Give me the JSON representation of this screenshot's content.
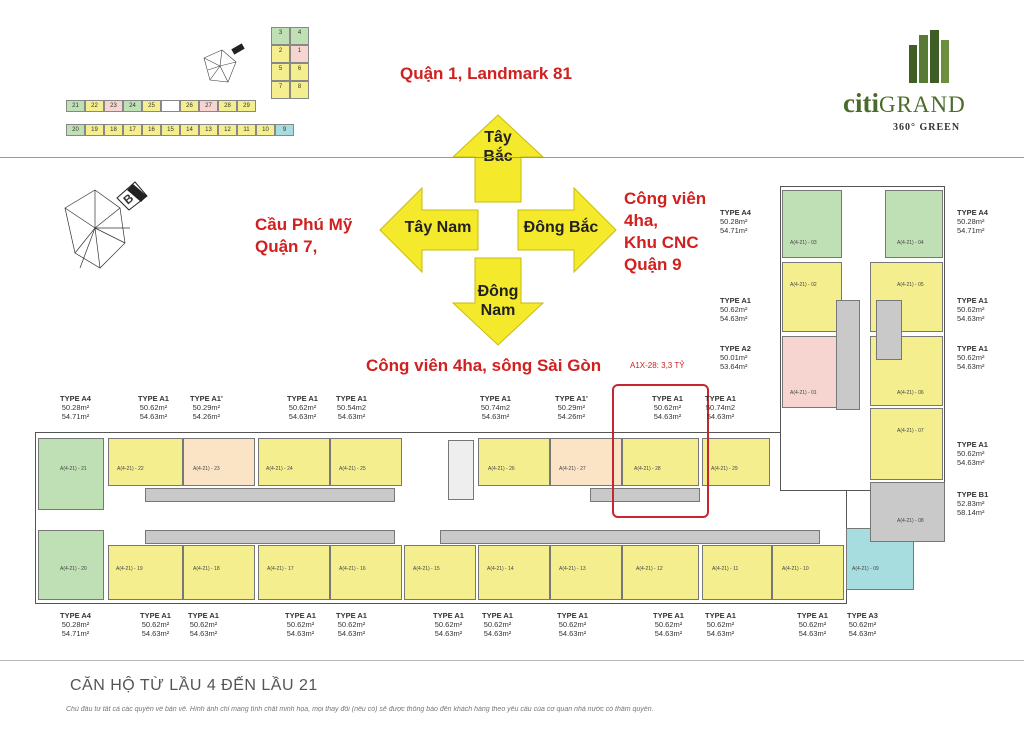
{
  "brand": {
    "name_citi": "citi",
    "name_grand": "GRAND",
    "tagline": "360° GREEN",
    "green": "#4a6b2a"
  },
  "directions": {
    "north_label": "Quận 1, Landmark 81",
    "west_label_1": "Cầu Phú Mỹ",
    "west_label_2": "Quận 7,",
    "east_label_1": "Công viên",
    "east_label_2": "4ha,",
    "east_label_3": "Khu CNC",
    "east_label_4": "Quận 9",
    "south_label": "Công viên 4ha, sông Sài Gòn",
    "arrow_up": "Tây Bắc",
    "arrow_up_1": "Tây",
    "arrow_up_2": "Bắc",
    "arrow_left": "Tây Nam",
    "arrow_right": "Đông Bắc",
    "arrow_down_1": "Đông",
    "arrow_down_2": "Nam",
    "arrow_color": "#f5e92c"
  },
  "highlight": {
    "note": "A1X-28: 3,3 TỶ",
    "color": "#c6262e"
  },
  "mini_map": {
    "top_row": [
      "21",
      "22",
      "23",
      "24",
      "25",
      "",
      "26",
      "27",
      "28",
      "29"
    ],
    "bottom_row": [
      "20",
      "19",
      "18",
      "17",
      "16",
      "15",
      "14",
      "13",
      "12",
      "11",
      "10",
      "9"
    ],
    "right_col": [
      "3",
      "4",
      "2",
      "1",
      "5",
      "6",
      "7",
      "8"
    ]
  },
  "top_row_units": [
    {
      "type": "TYPE A4",
      "a": "50.28m²",
      "b": "54.71m²",
      "code": "A(4-21) - 21"
    },
    {
      "type": "TYPE A1",
      "a": "50.62m²",
      "b": "54.63m²",
      "code": "A(4-21) - 22"
    },
    {
      "type": "TYPE A1'",
      "a": "50.29m²",
      "b": "54.26m²",
      "code": "A(4-21) - 23"
    },
    {
      "type": "TYPE A1",
      "a": "50.62m²",
      "b": "54.63m²",
      "code": "A(4-21) - 24"
    },
    {
      "type": "TYPE A1",
      "a": "50.54m2",
      "b": "54.63m²",
      "code": "A(4-21) - 25"
    },
    {
      "type": "TYPE A1",
      "a": "50.74m2",
      "b": "54.63m²",
      "code": "A(4-21) - 26"
    },
    {
      "type": "TYPE A1'",
      "a": "50.29m²",
      "b": "54.26m²",
      "code": "A(4-21) - 27"
    },
    {
      "type": "TYPE A1",
      "a": "50.62m²",
      "b": "54.63m²",
      "code": "A(4-21) - 28"
    },
    {
      "type": "TYPE A1",
      "a": "50.74m2",
      "b": "54.63m²",
      "code": "A(4-21) - 29"
    }
  ],
  "bottom_row_units": [
    {
      "type": "TYPE A4",
      "a": "50.28m²",
      "b": "54.71m²",
      "code": "A(4-21) - 20"
    },
    {
      "type": "TYPE A1",
      "a": "50.62m²",
      "b": "54.63m²",
      "code": "A(4-21) - 19"
    },
    {
      "type": "TYPE A1",
      "a": "50.62m²",
      "b": "54.63m²",
      "code": "A(4-21) - 18"
    },
    {
      "type": "TYPE A1",
      "a": "50.62m²",
      "b": "54.63m²",
      "code": "A(4-21) - 17"
    },
    {
      "type": "TYPE A1",
      "a": "50.62m²",
      "b": "54.63m²",
      "code": "A(4-21) - 16"
    },
    {
      "type": "TYPE A1",
      "a": "50.62m²",
      "b": "54.63m²",
      "code": "A(4-21) - 15"
    },
    {
      "type": "TYPE A1",
      "a": "50.62m²",
      "b": "54.63m²",
      "code": "A(4-21) - 14"
    },
    {
      "type": "TYPE A1",
      "a": "50.62m²",
      "b": "54.63m²",
      "code": "A(4-21) - 13"
    },
    {
      "type": "TYPE A1",
      "a": "50.62m²",
      "b": "54.63m²",
      "code": "A(4-21) - 12"
    },
    {
      "type": "TYPE A1",
      "a": "50.62m²",
      "b": "54.63m²",
      "code": "A(4-21) - 11"
    },
    {
      "type": "TYPE A1",
      "a": "50.62m²",
      "b": "54.63m²",
      "code": "A(4-21) - 10"
    },
    {
      "type": "TYPE A3",
      "a": "50.62m²",
      "b": "54.63m²",
      "code": "A(4-21) - 09"
    }
  ],
  "right_wing_left": [
    {
      "type": "TYPE A4",
      "a": "50.28m²",
      "b": "54.71m²",
      "code": "A(4-21) - 03"
    },
    {
      "type": "TYPE A1",
      "a": "50.62m²",
      "b": "54.63m²",
      "code": "A(4-21) - 02"
    },
    {
      "type": "TYPE A2",
      "a": "50.01m²",
      "b": "53.64m²",
      "code": "A(4-21) - 01"
    }
  ],
  "right_wing_right": [
    {
      "type": "TYPE A4",
      "a": "50.28m²",
      "b": "54.71m²",
      "code": "A(4-21) - 04"
    },
    {
      "type": "TYPE A1",
      "a": "50.62m²",
      "b": "54.63m²",
      "code": "A(4-21) - 05"
    },
    {
      "type": "TYPE A1",
      "a": "50.62m²",
      "b": "54.63m²",
      "code": "A(4-21) - 06"
    },
    {
      "type": "TYPE A1",
      "a": "50.62m²",
      "b": "54.63m²",
      "code": "A(4-21) - 07"
    },
    {
      "type": "TYPE B1",
      "a": "52.83m²",
      "b": "58.14m²",
      "code": "A(4-21) - 08"
    }
  ],
  "footer": {
    "title": "CĂN HỘ TỪ LẦU 4 ĐẾN LẦU 21",
    "disclaimer": "Chủ đầu tư tất cả các quyền về bản vẽ. Hình ảnh chỉ mang tính chất minh họa, mọi thay đổi (nếu có) sẽ được thông báo đến khách hàng theo yêu cầu của cơ quan nhà nước có thẩm quyền."
  },
  "compass_letter": "B"
}
